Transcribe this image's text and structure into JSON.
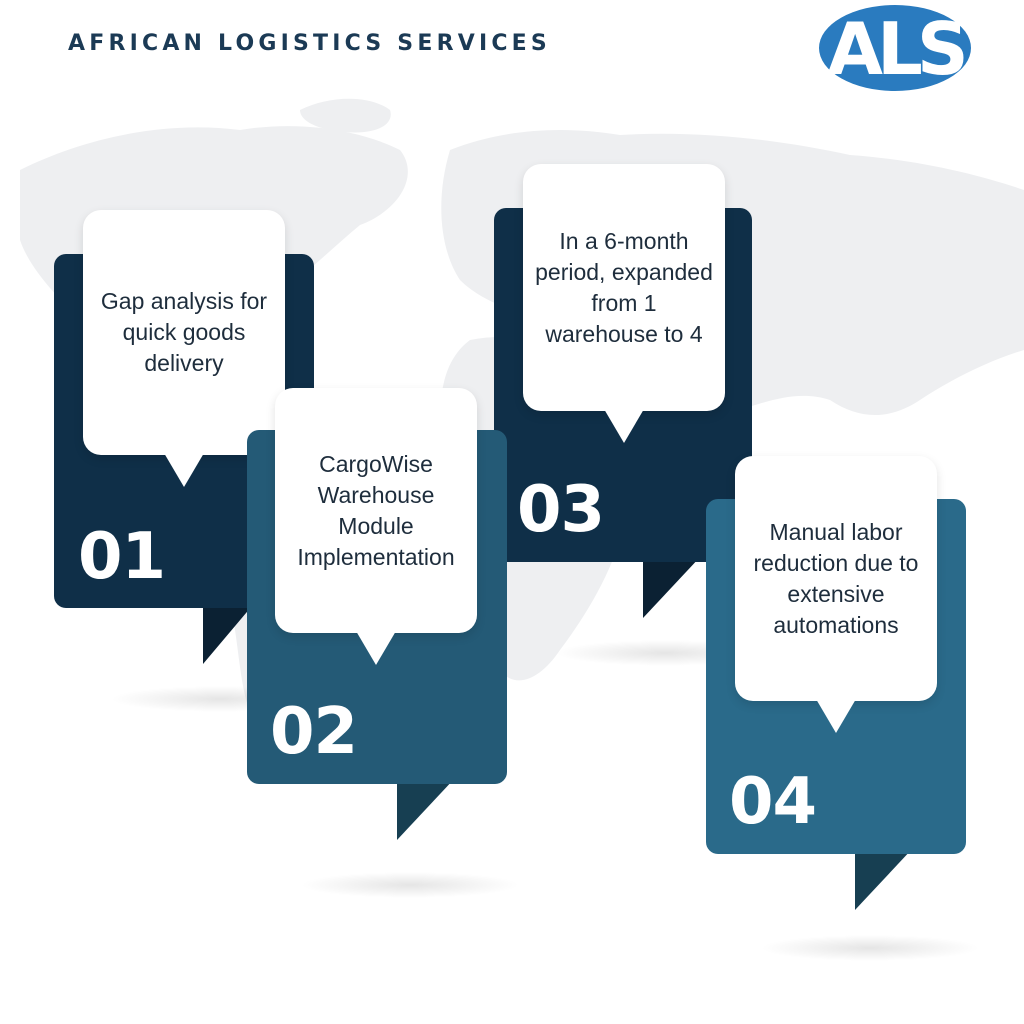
{
  "header": {
    "brand_title": "AFRICAN LOGISTICS SERVICES",
    "logo_text": "ALS",
    "logo_color": "#2a7bbf"
  },
  "colors": {
    "dark_navy": "#0f2f48",
    "teal": "#245a76",
    "mid_teal": "#2a6a8a",
    "fold_dark": "#0b2133",
    "fold_teal": "#173f52"
  },
  "steps": [
    {
      "number": "01",
      "text": "Gap analysis for quick goods delivery"
    },
    {
      "number": "02",
      "text": "CargoWise Warehouse Module Implementation"
    },
    {
      "number": "03",
      "text": "In a 6-month period, expanded from 1 warehouse to 4"
    },
    {
      "number": "04",
      "text": "Manual labor reduction due to extensive automations"
    }
  ]
}
